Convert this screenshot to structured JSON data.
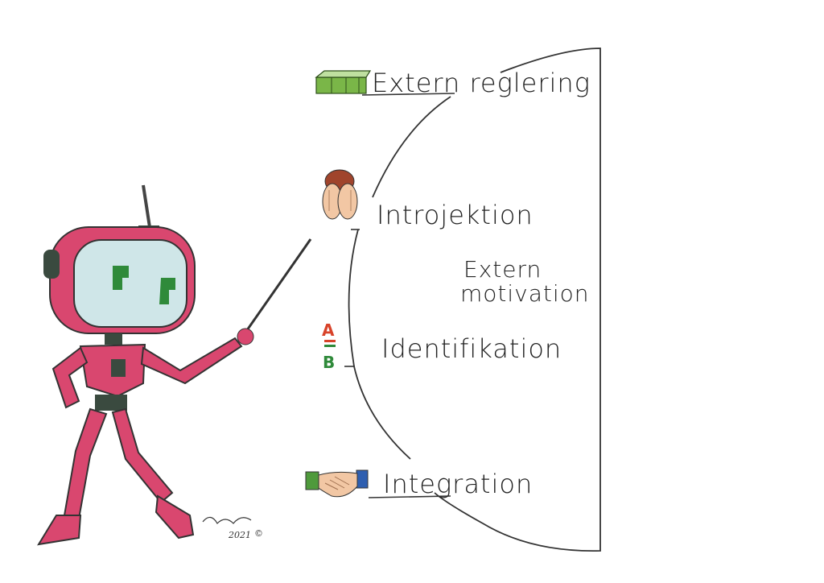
{
  "diagram": {
    "stages": [
      {
        "label": "Extern reglering",
        "icon": "money-stack-icon"
      },
      {
        "label": "Introjektion",
        "icon": "face-covering-hands-icon"
      },
      {
        "label": "Identifikation",
        "icon": "a-equals-b-icon"
      },
      {
        "label": "Integration",
        "icon": "handshake-icon"
      }
    ],
    "group_label_line1": "Extern",
    "group_label_line2": "motivation"
  },
  "icon_glyphs": {
    "a": "A",
    "b": "B"
  },
  "signature": {
    "year": "2021"
  },
  "colors": {
    "robot_body": "#d9476f",
    "robot_dark": "#3a4a3f",
    "screen": "#cfe6e8",
    "screen_eyes": "#2f8a3a",
    "money": "#7ab648",
    "a_red": "#d8432a",
    "b_green": "#2f8a3a"
  }
}
